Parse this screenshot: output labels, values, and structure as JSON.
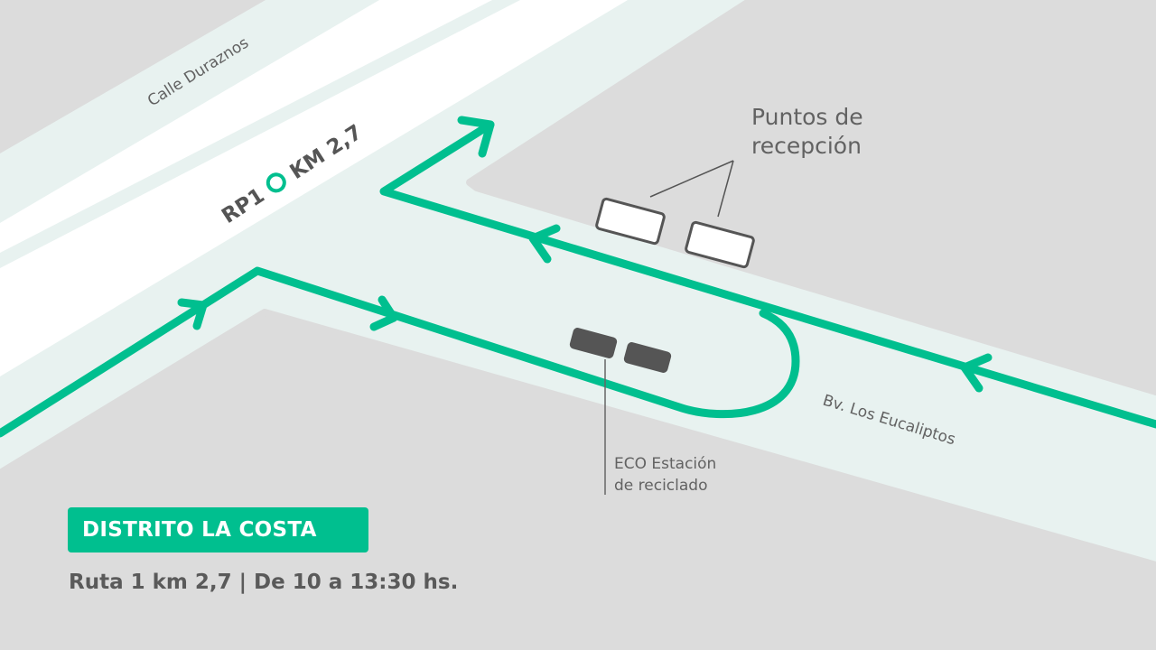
{
  "map": {
    "streets": {
      "calle_duraznos": "Calle Duraznos",
      "rp1": "RP1",
      "km": "KM 2,7",
      "bv_los_eucaliptos": "Bv. Los Eucaliptos"
    },
    "annotations": {
      "puntos_line1": "Puntos de",
      "puntos_line2": "recepción",
      "eco_line1": "ECO Estación",
      "eco_line2": "de reciclado"
    },
    "colors": {
      "route": "#00bf8f",
      "block": "#dcdcdc",
      "road": "#e8f2f0",
      "highway": "#ffffff",
      "text": "#5a5a5a"
    }
  },
  "legend": {
    "district": "DISTRITO LA COSTA",
    "details": "Ruta 1 km 2,7 | De 10 a 13:30 hs."
  }
}
